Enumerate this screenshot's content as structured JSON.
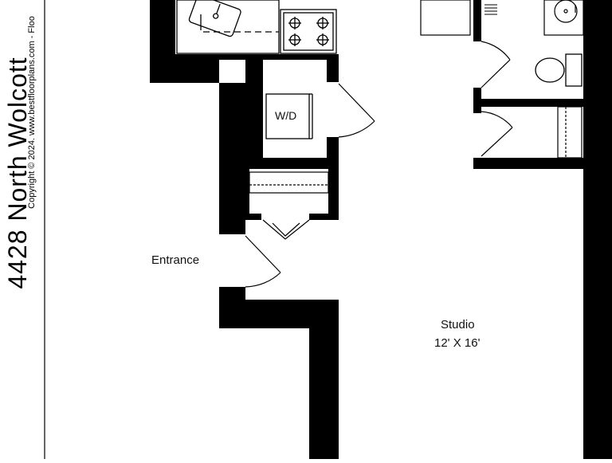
{
  "title": {
    "building": "4428 North Wolcott",
    "copyright": "Copyright © 2024. www.bestfloorplans.com - Floo"
  },
  "rooms": {
    "studio_name": "Studio",
    "studio_size": "12' X 16'",
    "entrance": "Entrance",
    "laundry": "W/D"
  },
  "colors": {
    "wall": "#000000",
    "fixture_line": "#000000",
    "background": "#ffffff"
  },
  "icons": [
    "sink-icon",
    "stove-icon",
    "toilet-icon",
    "vanity-sink-icon",
    "washer-dryer-icon",
    "door-swing-icon",
    "bathtub-icon",
    "closet-shelf-icon"
  ]
}
